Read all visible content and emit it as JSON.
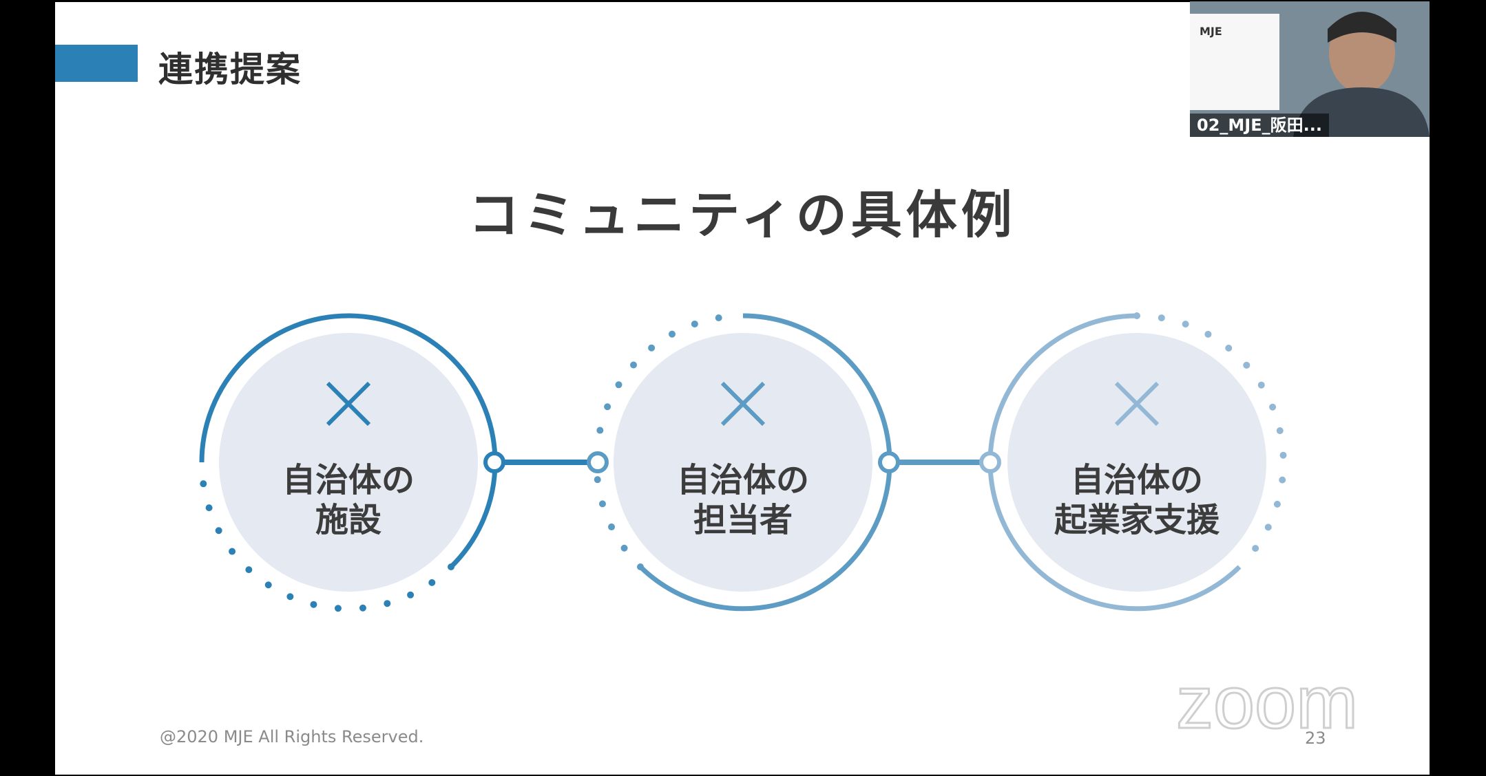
{
  "header": {
    "title": "連携提案"
  },
  "slide": {
    "title": "コミュニティの具体例",
    "nodes": [
      {
        "mark": "×",
        "line1": "自治体の",
        "line2": "施設"
      },
      {
        "mark": "×",
        "line1": "自治体の",
        "line2": "担当者"
      },
      {
        "mark": "×",
        "line1": "自治体の",
        "line2": "起業家支援"
      }
    ],
    "copyright": "@2020 MJE All Rights Reserved.",
    "page_number": "23"
  },
  "video": {
    "participant_name": "02_MJE_阪田...",
    "card_brand": "MJE"
  },
  "watermark": "zoom",
  "colors": {
    "accent": "#2b81b5",
    "accent_mid": "#5b9bc4",
    "accent_light": "#93b8d5",
    "circle_fill": "#e4e9f2",
    "background": "#000000"
  },
  "icons": [
    "x-icon",
    "x-icon",
    "x-icon",
    "zoom-logo",
    "webcam-video"
  ]
}
